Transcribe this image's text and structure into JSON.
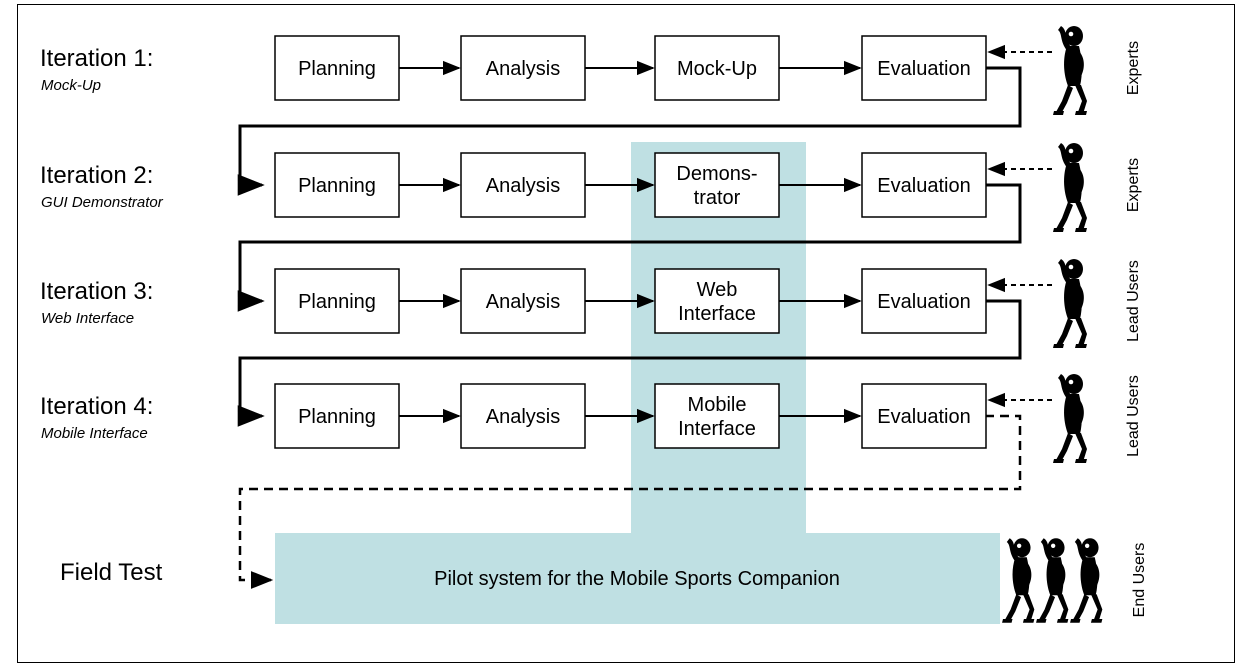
{
  "iterations": [
    {
      "title": "Iteration 1:",
      "subtitle": "Mock-Up",
      "steps": [
        "Planning",
        "Analysis",
        "Mock-Up",
        "Evaluation"
      ],
      "role": "Experts"
    },
    {
      "title": "Iteration 2:",
      "subtitle": "GUI Demonstrator",
      "steps": [
        "Planning",
        "Analysis",
        "Demons-\ntrator",
        "Evaluation"
      ],
      "role": "Experts"
    },
    {
      "title": "Iteration 3:",
      "subtitle": "Web Interface",
      "steps": [
        "Planning",
        "Analysis",
        "Web\nInterface",
        "Evaluation"
      ],
      "role": "Lead Users"
    },
    {
      "title": "Iteration 4:",
      "subtitle": "Mobile Interface",
      "steps": [
        "Planning",
        "Analysis",
        "Mobile\nInterface",
        "Evaluation"
      ],
      "role": "Lead Users"
    }
  ],
  "field_test": {
    "label": "Field Test",
    "pilot": "Pilot system for the Mobile Sports Companion",
    "role": "End Users"
  },
  "colors": {
    "highlight": "#bfe0e3",
    "line": "#000000"
  },
  "icons": {
    "person": "thinking-person-icon"
  }
}
